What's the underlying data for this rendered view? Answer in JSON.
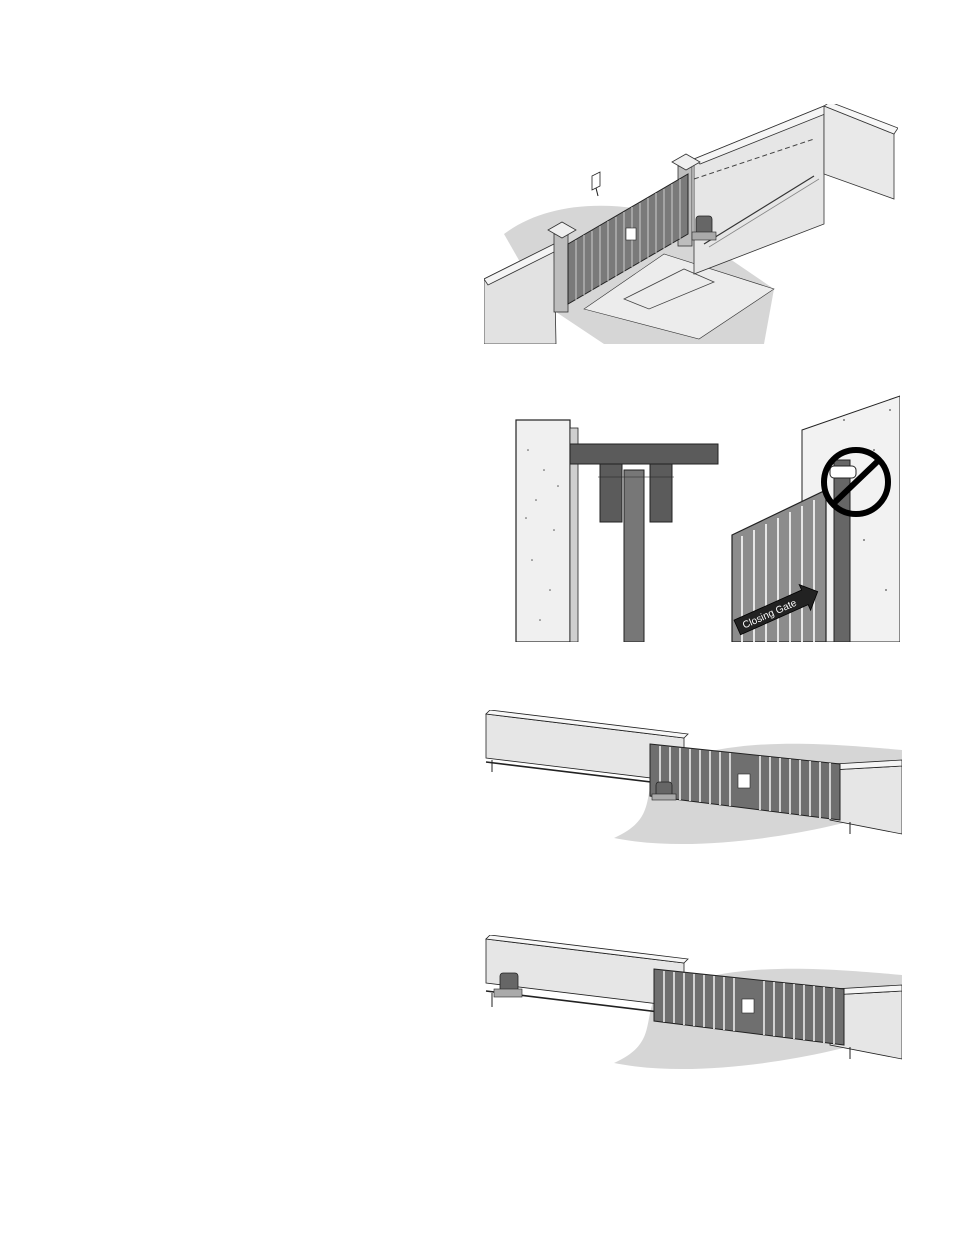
{
  "page": {
    "background": "#ffffff"
  },
  "colors": {
    "ground": "#d8d8d8",
    "wall_face": "#e4e4e4",
    "wall_top": "#f2f2f2",
    "steel": "#555555",
    "operator": "#666666",
    "prohibit": "#000000"
  },
  "figures": [
    {
      "id": "fig1",
      "name": "slide-gate-install-overview"
    },
    {
      "id": "fig2",
      "name": "gate-roller-and-pinch-warning"
    },
    {
      "id": "fig3",
      "name": "gate-right-hand-operator"
    },
    {
      "id": "fig4",
      "name": "gate-left-hand-operator"
    }
  ],
  "sign": {
    "text": "Closing Gate"
  }
}
